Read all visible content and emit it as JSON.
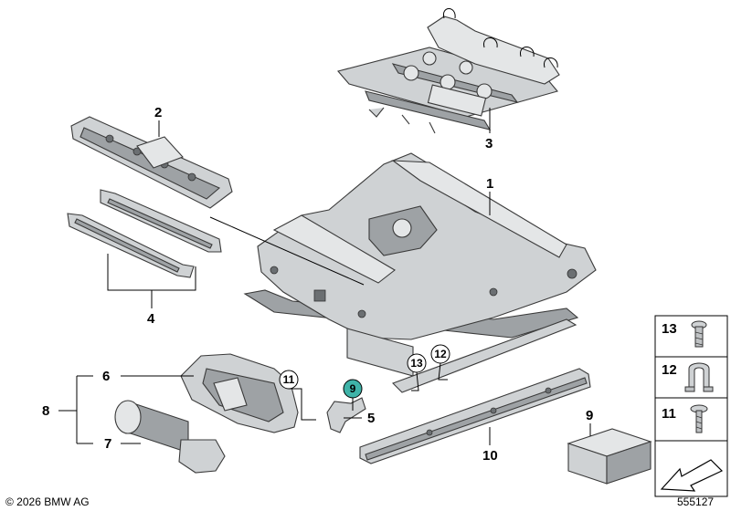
{
  "callouts": {
    "c1": "1",
    "c2": "2",
    "c3": "3",
    "c4": "4",
    "c5": "5",
    "c6": "6",
    "c7": "7",
    "c8": "8",
    "c9": "9",
    "c10": "10"
  },
  "circled": {
    "c9": "9",
    "c11": "11",
    "c12": "12",
    "c13": "13"
  },
  "legend": {
    "r13": "13",
    "r12": "12",
    "r11": "11"
  },
  "footer": {
    "copyright": "© 2026 BMW AG",
    "diagram_number": "555127"
  },
  "colors": {
    "highlight": "#3fb3a8"
  },
  "icons": [
    "bolt-icon",
    "clip-icon",
    "screw-icon",
    "arrow-icon"
  ]
}
